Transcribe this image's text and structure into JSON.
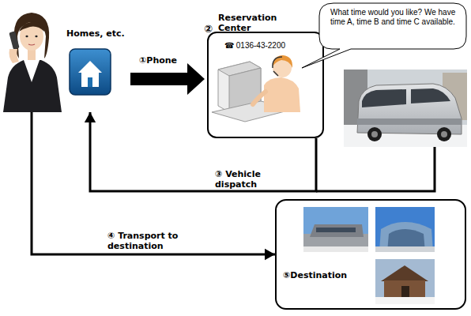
{
  "diagram": {
    "nodes": [
      {
        "text": [
          "Homes, etc."
        ]
      },
      {
        "text": [
          "②",
          "Reservation Center",
          "☎ 0136-43-2200"
        ]
      },
      {
        "text": [
          "What time would you like? We have time A, time B and time C available."
        ]
      },
      {
        "text": [
          "⑤Destination"
        ]
      }
    ],
    "edges": [
      {
        "from": 0,
        "to": 1,
        "label": "①Phone",
        "arrow": "to"
      },
      {
        "from": 1,
        "to": 0,
        "label": "③ Vehicle dispatch",
        "arrow": "to"
      },
      {
        "from": 0,
        "to": 3,
        "label": "④ Transport to destination",
        "arrow": "to"
      }
    ]
  }
}
